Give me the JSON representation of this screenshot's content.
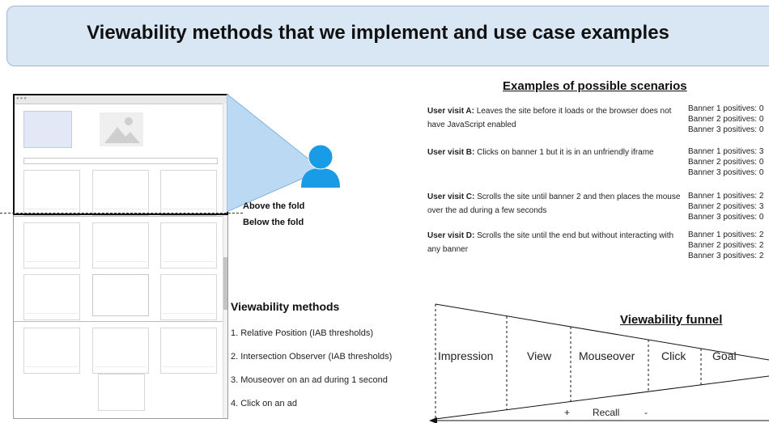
{
  "header": {
    "title": "Viewability methods that we implement and use case examples"
  },
  "fold": {
    "above": "Above the fold",
    "below": "Below the fold"
  },
  "methods": {
    "heading": "Viewability methods",
    "items": [
      {
        "num": "1",
        "text": ". Relative Position (IAB thresholds)"
      },
      {
        "num": "2",
        "text": ". Intersection  Observer (IAB thresholds)"
      },
      {
        "num": "3",
        "text": ". Mouseover on an ad during 1 second"
      },
      {
        "num": "4",
        "text": ". Click on an ad"
      }
    ]
  },
  "scenarios": {
    "heading": "Examples of possible scenarios",
    "visits": [
      {
        "label": "User visit A:",
        "text": " Leaves the site before it loads or the browser does not have JavaScript enabled",
        "banners": [
          "Banner 1 positives: 0",
          "Banner 2 positives: 0",
          "Banner 3 positives: 0"
        ]
      },
      {
        "label": "User visit B:",
        "text": " Clicks on banner 1 but it is in an unfriendly iframe",
        "banners": [
          "Banner 1 positives: 3",
          "Banner 2 positives: 0",
          "Banner 3 positives: 0"
        ]
      },
      {
        "label": "User visit C:",
        "text": " Scrolls the site until banner 2 and then places the mouse over the ad during a few seconds",
        "banners": [
          "Banner 1 positives: 2",
          "Banner 2 positives: 3",
          "Banner 3 positives: 0"
        ]
      },
      {
        "label": "User visit D:",
        "text": " Scrolls the site until the end but without interacting with any banner",
        "banners": [
          "Banner 1 positives: 2",
          "Banner 2 positives: 2",
          "Banner 3 positives: 2"
        ]
      }
    ]
  },
  "funnel": {
    "heading": "Viewability funnel",
    "stages": [
      "Impression",
      "View",
      "Mouseover",
      "Click",
      "Goal"
    ],
    "recall": {
      "plus": "+",
      "label": "Recall",
      "minus": "-"
    }
  },
  "colors": {
    "title_bg": "#d9e7f5",
    "person": "#1a9be6",
    "cone": "#bcd9f3"
  }
}
